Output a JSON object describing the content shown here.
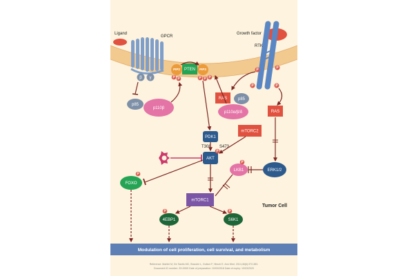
{
  "labels": {
    "ligand": "Ligand",
    "gpcr": "GPCR",
    "growth_factor": "Growth factor",
    "rtk": "RTK",
    "beta": "β",
    "gamma": "γ",
    "pip2": "PIP2",
    "pten": "PTEN",
    "pip3": "PIP3",
    "p85_left": "p85",
    "p110b": "p110β",
    "ras_top": "RAS",
    "p85_right": "p85",
    "p110adg": "p110α/β/δ",
    "ras_right": "RAS",
    "pdk1": "PDK1",
    "t308": "T308",
    "s473": "S473",
    "mtorc2": "mTORC2",
    "akt": "AKT",
    "foxo": "FOXO",
    "lkb1": "LKB1",
    "erk": "ERK1/2",
    "mtorc1": "mTORC1",
    "tumor_cell": "Tumor Cell",
    "ebp1": "4EBP1",
    "s6k1": "S6K1",
    "p": "P"
  },
  "banner": {
    "text": "Modulation of cell proliferation, cell survival, and metabolism"
  },
  "footer": {
    "line1": "Reference: Martini M, De Santis MC, Braccini L, Gulluni F, Hirsch E. Ann Med. 2014;46(6):372-383.",
    "line2": "Document ID number: ZH-0000   Date of preparation: 10/03/2018   Date of expiry: 10/03/2020"
  },
  "colors": {
    "background": "#fdf3de",
    "membrane": "#f2c98f",
    "gpcr": "#7f9fca",
    "rtk": "#5b86c4",
    "ligand": "#e0513f",
    "green": "#26a455",
    "orange": "#ec9b3b",
    "red": "#e0513f",
    "p_circle": "#d9574a",
    "pink": "#e474a6",
    "slate": "#7e8fa8",
    "navy": "#2d5a8d",
    "purple": "#7b55a6",
    "dark_green": "#1d6638",
    "banner": "#5d7fb5",
    "arrow": "#7d2522",
    "inhibitor": "#cc3a6c"
  }
}
